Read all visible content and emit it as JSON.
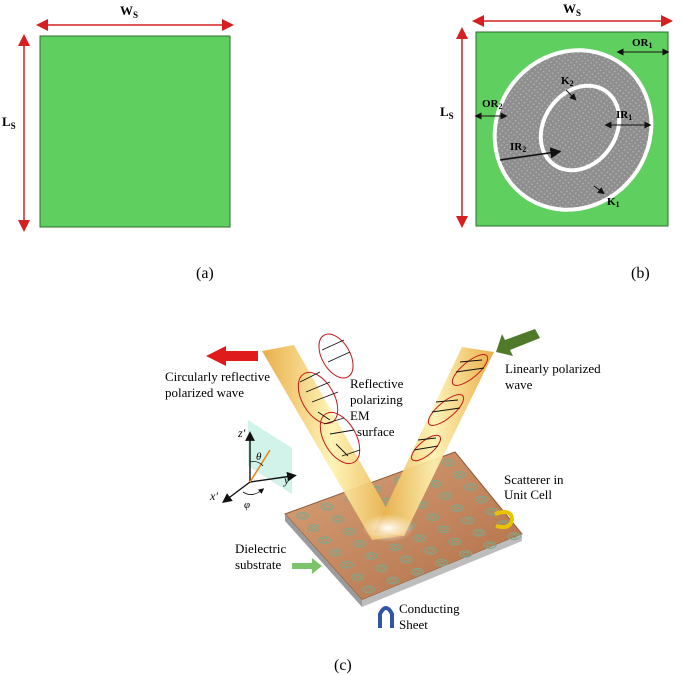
{
  "panel_a": {
    "width_label": "W",
    "width_sub": "S",
    "length_label": "L",
    "length_sub": "S",
    "caption": "(a)",
    "fill_color": "#5fcf5f"
  },
  "panel_b": {
    "width_label": "W",
    "width_sub": "S",
    "length_label": "L",
    "length_sub": "S",
    "or1": "OR",
    "or1_sub": "1",
    "or2": "OR",
    "or2_sub": "2",
    "ir1": "IR",
    "ir1_sub": "1",
    "ir2": "IR",
    "ir2_sub": "2",
    "k1": "K",
    "k1_sub": "1",
    "k2": "K",
    "k2_sub": "2",
    "caption": "(b)",
    "fill_color": "#5fcf5f",
    "ring_color": "#9a9a9a"
  },
  "panel_c": {
    "circ_line1": "Circularly reflective",
    "circ_line2": "polarized wave",
    "refl_line1": "Reflective",
    "refl_line2": "polarizing",
    "refl_line3": "EM",
    "refl_line4": "surface",
    "lin_line1": "Linearly polarized",
    "lin_line2": "wave",
    "scat_line1": "Scatterer in",
    "scat_line2": "Unit Cell",
    "diel_line1": "Dielectric",
    "diel_line2": "substrate",
    "cond_line1": "Conducting",
    "cond_line2": "Sheet",
    "axis_z": "z′",
    "axis_y": "y′",
    "axis_x": "x′",
    "theta": "θ",
    "phi": "φ",
    "caption": "(c)",
    "substrate_color": "#c8875c",
    "beam_color": "#f2c14e",
    "red_arrow_color": "#e01b1b",
    "green_arrow_color": "#4f7a2a"
  }
}
